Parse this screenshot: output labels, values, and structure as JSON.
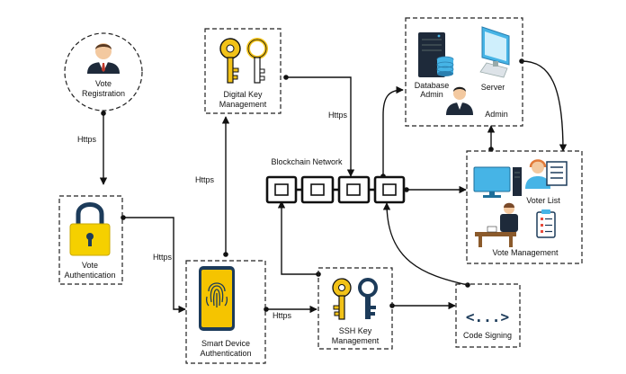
{
  "nodes": {
    "vote_registration": [
      "Vote",
      "Registration"
    ],
    "vote_authentication": [
      "Vote",
      "Authentication"
    ],
    "digital_key_management": [
      "Digital Key",
      "Management"
    ],
    "smart_device_authentication": [
      "Smart Device",
      "Authentication"
    ],
    "blockchain_network": "Blockchain Network",
    "ssh_key_management": [
      "SSH Key",
      "Management"
    ],
    "database_admin": [
      "Database",
      "Admin"
    ],
    "server": "Server",
    "admin": "Admin",
    "voter_list": "Voter List",
    "vote_management": "Vote Management",
    "code_signing": "Code Signing",
    "code_signing_glyph": "<...>"
  },
  "edges": {
    "https_registration": "Https",
    "https_key_mgmt": "Https",
    "https_to_device_key": "Https",
    "https_auth_device": "Https",
    "https_device_ssh": "Https"
  },
  "colors": {
    "key_yellow": "#F2C218",
    "lock_yellow": "#F5D000",
    "phone_yellow": "#F5C400",
    "navy": "#1C3B5A",
    "monitor_blue": "#46B4E6"
  }
}
